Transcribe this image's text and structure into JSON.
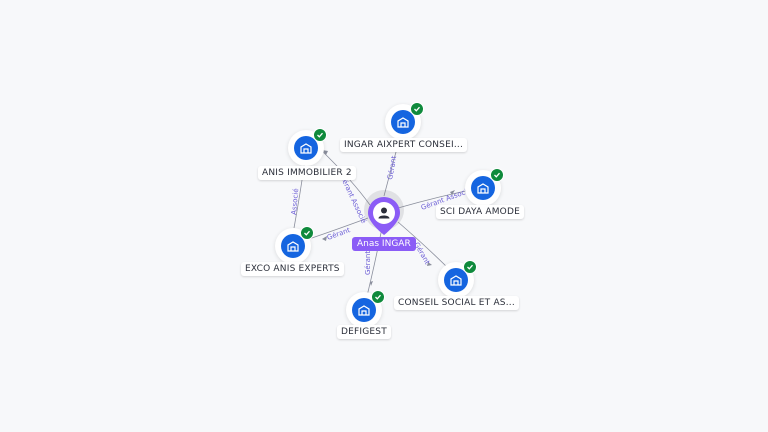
{
  "center": {
    "label": "Anas INGAR",
    "icon": "person-icon"
  },
  "nodes": [
    {
      "id": "anis-immobilier-2",
      "label": "ANIS IMMOBILIER 2",
      "icon": "building-icon",
      "verified": true
    },
    {
      "id": "ingar-aixpert",
      "label": "INGAR AIXPERT CONSEI...",
      "icon": "building-icon",
      "verified": true
    },
    {
      "id": "sci-daya-amode",
      "label": "SCI DAYA AMODE",
      "icon": "building-icon",
      "verified": true
    },
    {
      "id": "conseil-social",
      "label": "CONSEIL SOCIAL ET AS...",
      "icon": "building-icon",
      "verified": true
    },
    {
      "id": "defigest",
      "label": "DEFIGEST",
      "icon": "building-icon",
      "verified": true
    },
    {
      "id": "exco-anis",
      "label": "EXCO ANIS EXPERTS",
      "icon": "building-icon",
      "verified": true
    }
  ],
  "edges": [
    {
      "id": "e-anis-immobilier-2",
      "label": "Gérant Associé"
    },
    {
      "id": "e-ingar-aixpert",
      "label": "Gérant"
    },
    {
      "id": "e-sci-daya",
      "label": "Gérant Associé"
    },
    {
      "id": "e-conseil-social",
      "label": "Gérant"
    },
    {
      "id": "e-defigest",
      "label": "Gérant"
    },
    {
      "id": "e-exco-anis",
      "label": "Gérant"
    },
    {
      "id": "e-anis-exco",
      "label": "Associé"
    }
  ],
  "colors": {
    "edge": "#7b7f8e",
    "edge_label": "#6d5fd6",
    "node": "#1565e0",
    "verified": "#0f8a3c",
    "center": "#8b5cf6"
  }
}
